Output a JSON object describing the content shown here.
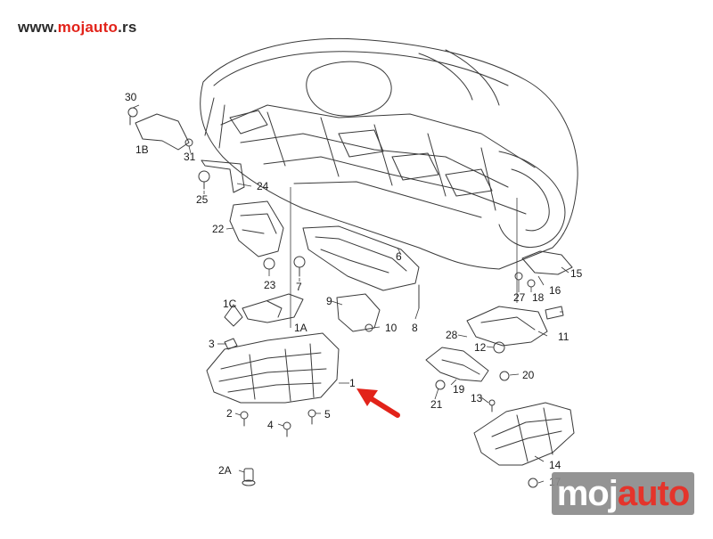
{
  "header": {
    "url_prefix": "www.",
    "url_brand": "mojauto",
    "url_suffix": ".rs",
    "brand_color": "#e2231a"
  },
  "diagram": {
    "callouts": [
      "30",
      "1B",
      "31",
      "24",
      "25",
      "22",
      "23",
      "7",
      "1C",
      "1A",
      "9",
      "10",
      "8",
      "6",
      "3",
      "1",
      "2",
      "4",
      "5",
      "2A",
      "28",
      "12",
      "11",
      "20",
      "19",
      "21",
      "13",
      "14",
      "17",
      "15",
      "16",
      "18",
      "27"
    ],
    "arrow_color": "#e2231a"
  },
  "logo": {
    "part_a": "moj",
    "part_b": "auto"
  }
}
